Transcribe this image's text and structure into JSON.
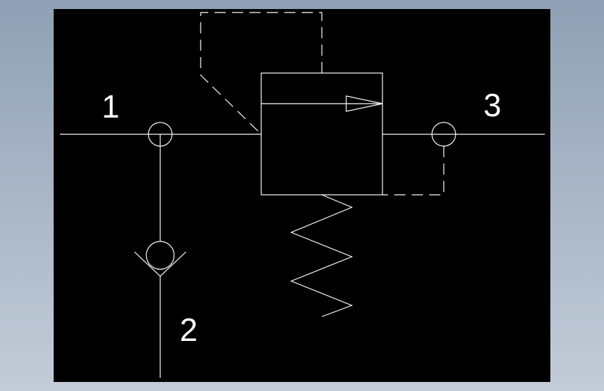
{
  "ports": {
    "port1": "1",
    "port2": "2",
    "port3": "3"
  },
  "colors": {
    "background": "#000000",
    "lines": "#ffffff",
    "frame_gradient_top": "#8fa0b4",
    "frame_gradient_bottom": "#c3ccd8"
  }
}
